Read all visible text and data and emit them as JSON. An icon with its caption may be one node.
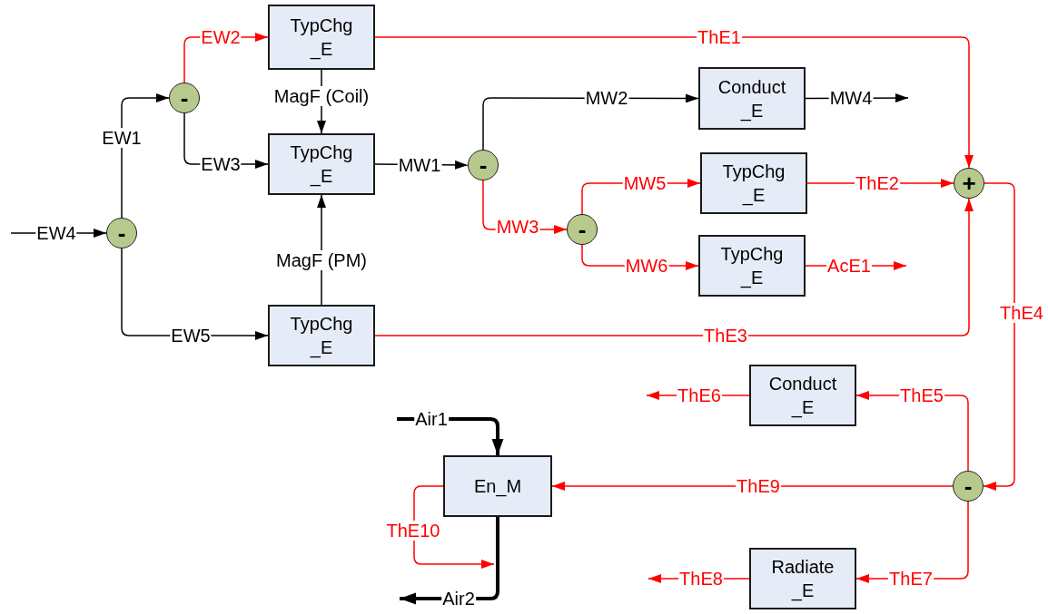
{
  "diagram": {
    "nodes": [
      {
        "text": [
          "TypChg _E"
        ]
      },
      {
        "text": [
          "-"
        ]
      },
      {
        "text": [
          "TypChg _E"
        ]
      },
      {
        "text": [
          "-"
        ]
      },
      {
        "text": [
          "TypChg _E"
        ]
      },
      {
        "text": [
          "-"
        ]
      },
      {
        "text": [
          "Conduct _E"
        ]
      },
      {
        "text": [
          "TypChg _E"
        ]
      },
      {
        "text": [
          "+"
        ]
      },
      {
        "text": [
          "-"
        ]
      },
      {
        "text": [
          "TypChg _E"
        ]
      },
      {
        "text": [
          "Conduct _E"
        ]
      },
      {
        "text": [
          "En_M"
        ]
      },
      {
        "text": [
          "-"
        ]
      },
      {
        "text": [
          "Radiate _E"
        ]
      }
    ],
    "edges": [
      {
        "from": null,
        "to": 3,
        "arrow": "to",
        "label": "EW4",
        "color": "#000000"
      },
      {
        "from": 3,
        "to": 1,
        "arrow": "to",
        "label": "EW1",
        "color": "#000000"
      },
      {
        "from": 3,
        "to": 4,
        "arrow": "to",
        "label": "EW5",
        "color": "#000000"
      },
      {
        "from": 1,
        "to": 0,
        "arrow": "to",
        "label": "EW2"
      },
      {
        "from": 1,
        "to": 2,
        "arrow": "to",
        "label": "EW3",
        "color": "#000000"
      },
      {
        "from": 0,
        "to": 2,
        "arrow": "to",
        "label": "MagF (Coil)",
        "color": "#000000"
      },
      {
        "from": 4,
        "to": 2,
        "arrow": "to",
        "label": "MagF (PM)",
        "color": "#000000"
      },
      {
        "from": 2,
        "to": 5,
        "arrow": "to",
        "label": "MW1",
        "color": "#000000"
      },
      {
        "from": 5,
        "to": 6,
        "arrow": "to",
        "label": "MW2",
        "color": "#000000"
      },
      {
        "from": 6,
        "to": null,
        "arrow": "to",
        "label": "MW4",
        "color": "#000000"
      },
      {
        "from": 5,
        "to": 9,
        "arrow": "to",
        "label": "MW3"
      },
      {
        "from": 9,
        "to": 7,
        "arrow": "to",
        "label": "MW5"
      },
      {
        "from": 9,
        "to": 10,
        "arrow": "to",
        "label": "MW6"
      },
      {
        "from": 7,
        "to": 8,
        "arrow": "to",
        "label": "ThE2"
      },
      {
        "from": 10,
        "to": null,
        "arrow": "to",
        "label": "AcE1"
      },
      {
        "from": 0,
        "to": 8,
        "arrow": "to",
        "label": "ThE1"
      },
      {
        "from": 4,
        "to": 8,
        "arrow": "to",
        "label": "ThE3"
      },
      {
        "from": 8,
        "to": 13,
        "arrow": "to",
        "label": "ThE4"
      },
      {
        "from": 13,
        "to": 11,
        "arrow": "to",
        "label": "ThE5"
      },
      {
        "from": 11,
        "to": null,
        "arrow": "to",
        "label": "ThE6"
      },
      {
        "from": 13,
        "to": 12,
        "arrow": "to",
        "label": "ThE9"
      },
      {
        "from": 13,
        "to": 14,
        "arrow": "to",
        "label": "ThE7"
      },
      {
        "from": 14,
        "to": null,
        "arrow": "to",
        "label": "ThE8"
      },
      {
        "from": 12,
        "to": null,
        "arrow": "to",
        "label": "ThE10"
      },
      {
        "from": null,
        "to": 12,
        "arrow": "to",
        "label": "Air1",
        "style": "thick",
        "color": "#000000"
      },
      {
        "from": 12,
        "to": null,
        "arrow": "to",
        "label": "Air2",
        "style": "thick",
        "color": "#000000"
      }
    ]
  }
}
